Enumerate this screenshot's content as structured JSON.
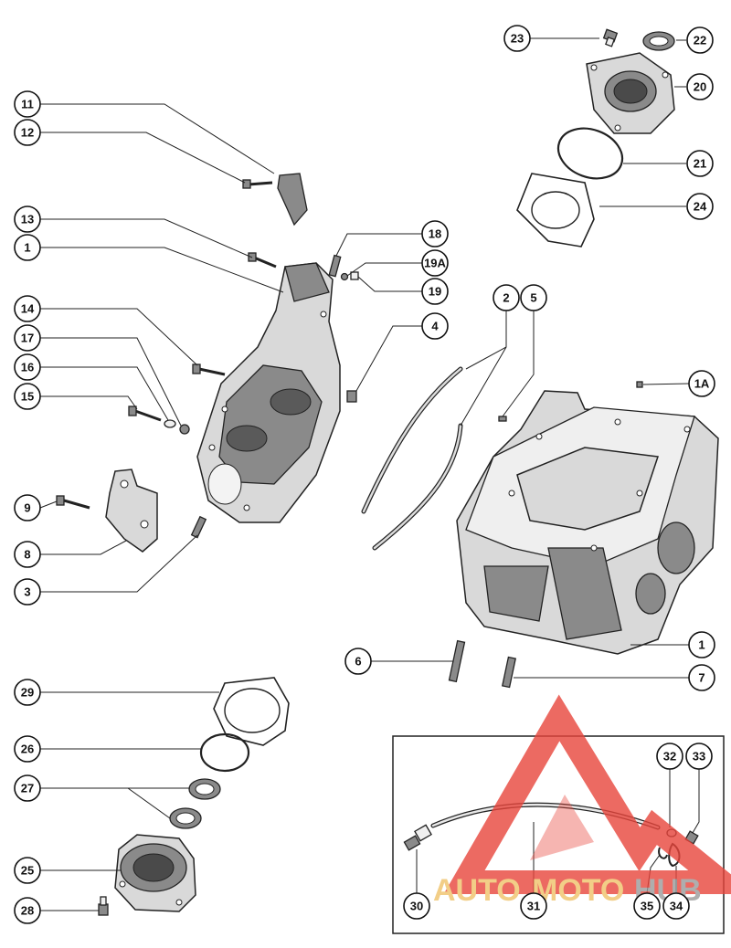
{
  "diagram": {
    "callouts": [
      "23",
      "22",
      "20",
      "21",
      "24",
      "11",
      "12",
      "13",
      "1",
      "18",
      "19A",
      "19",
      "14",
      "17",
      "16",
      "15",
      "4",
      "2",
      "5",
      "1A",
      "9",
      "8",
      "3",
      "1",
      "6",
      "7",
      "29",
      "26",
      "27",
      "25",
      "28",
      "32",
      "33",
      "30",
      "31",
      "35",
      "34"
    ]
  },
  "watermark": {
    "text_part1": "AUTO",
    "text_part2": "MOTO",
    "text_part3": "HUB",
    "color_red": "#e8453c",
    "color_gold": "#f0c26a",
    "color_grey": "#9a9a9a"
  }
}
